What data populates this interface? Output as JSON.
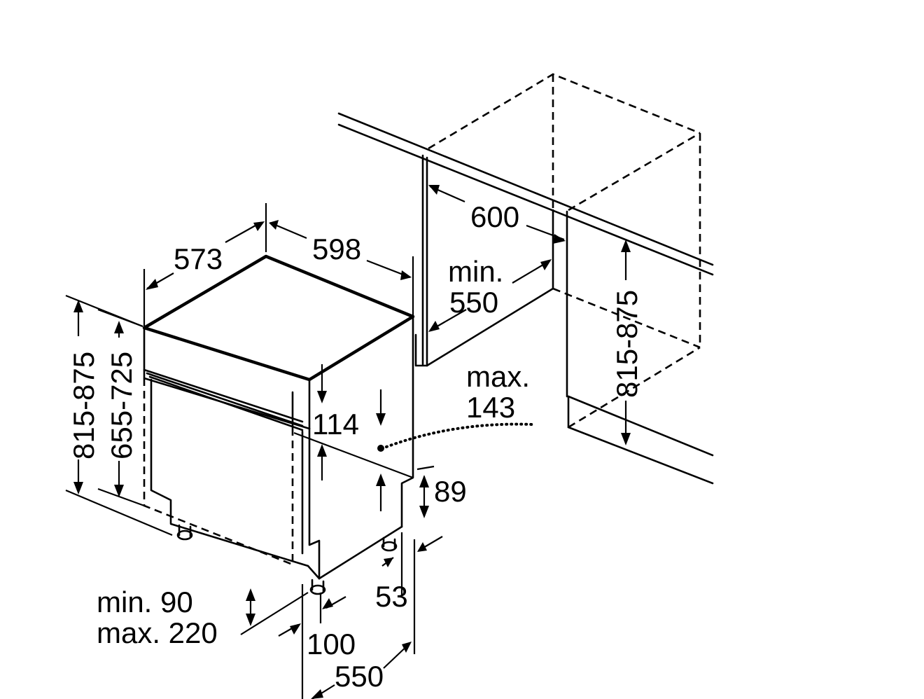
{
  "labels": {
    "depth_573": "573",
    "width_598": "598",
    "niche_width": "600",
    "niche_depth_min_label": "min.",
    "niche_depth_min_value": "550",
    "height_range_left": "815-875",
    "height_range_inner": "655-725",
    "height_range_right": "815-875",
    "panel_114": "114",
    "max_143_label": "max.",
    "max_143_value": "143",
    "plinth_89": "89",
    "offset_53": "53",
    "plinth_min": "min. 90",
    "plinth_max": "max. 220",
    "foot_100": "100",
    "depth_550": "550"
  }
}
